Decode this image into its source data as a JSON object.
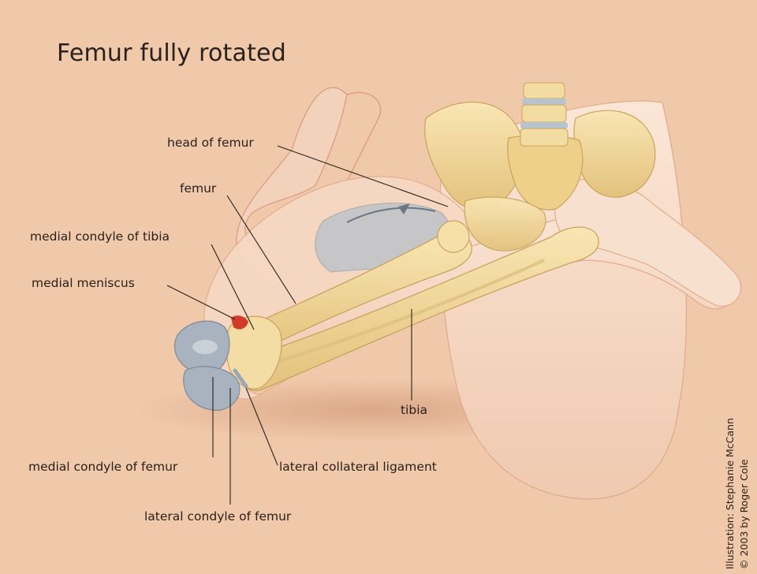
{
  "title": "Femur fully rotated",
  "labels": {
    "head_of_femur": "head of femur",
    "femur": "femur",
    "medial_condyle_of_tibia": "medial condyle of tibia",
    "medial_meniscus": "medial meniscus",
    "tibia": "tibia",
    "medial_condyle_of_femur": "medial condyle of femur",
    "lateral_collateral_ligament": "lateral collateral ligament",
    "lateral_condyle_of_femur": "lateral condyle of femur"
  },
  "credits": {
    "illustration": "Illustration: Stephanie McCann",
    "copyright": "© 2003 by Roger Cole"
  },
  "colors": {
    "background": "#f0c8aa",
    "skin": "#f7dcc8",
    "bone": "#f3d89a",
    "cartilage": "#a9b4c0",
    "ligament": "#d23a2a",
    "text": "#2a211c"
  }
}
